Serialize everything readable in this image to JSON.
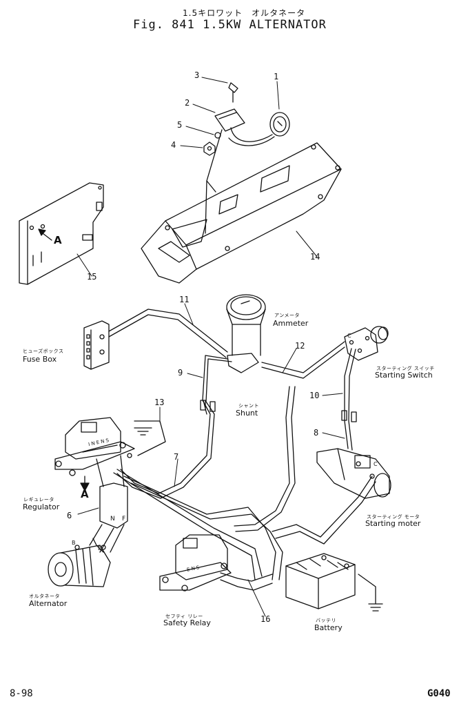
{
  "header": {
    "title_jp": "1.5キロワット　オルタネータ",
    "title": "Fig. 841  1.5KW ALTERNATOR"
  },
  "callouts": [
    "1",
    "2",
    "3",
    "4",
    "5",
    "6",
    "7",
    "8",
    "9",
    "10",
    "11",
    "12",
    "13",
    "14",
    "15",
    "16"
  ],
  "view_marks": {
    "a1": "A",
    "a2": "A"
  },
  "labels": {
    "ammeter_jp": "アンメータ",
    "ammeter": "Ammeter",
    "fuse_jp": "ヒューズボックス",
    "fuse": "Fuse Box",
    "shunt_jp": "シャント",
    "shunt": "Shunt",
    "switch_jp": "スターティング スイッチ",
    "switch": "Starting  Switch",
    "regulator_jp": "レギュレータ",
    "regulator": "Regulator",
    "motor_jp": "スターティング モータ",
    "motor": "Starting moter",
    "alternator_jp": "オルタネータ",
    "alternator": "Alternator",
    "relay_jp": "セフティ リレー",
    "relay": "Safety Relay",
    "battery_jp": "バッテリ",
    "battery": "Battery"
  },
  "terminal_marks": {
    "reg": "I N E N S",
    "relay": "E N S",
    "alt_b": "B",
    "alt_e": "E",
    "n": "N",
    "f": "F",
    "c1": "C",
    "c2": "C"
  },
  "footer": {
    "page": "8-98",
    "code": "G040"
  }
}
